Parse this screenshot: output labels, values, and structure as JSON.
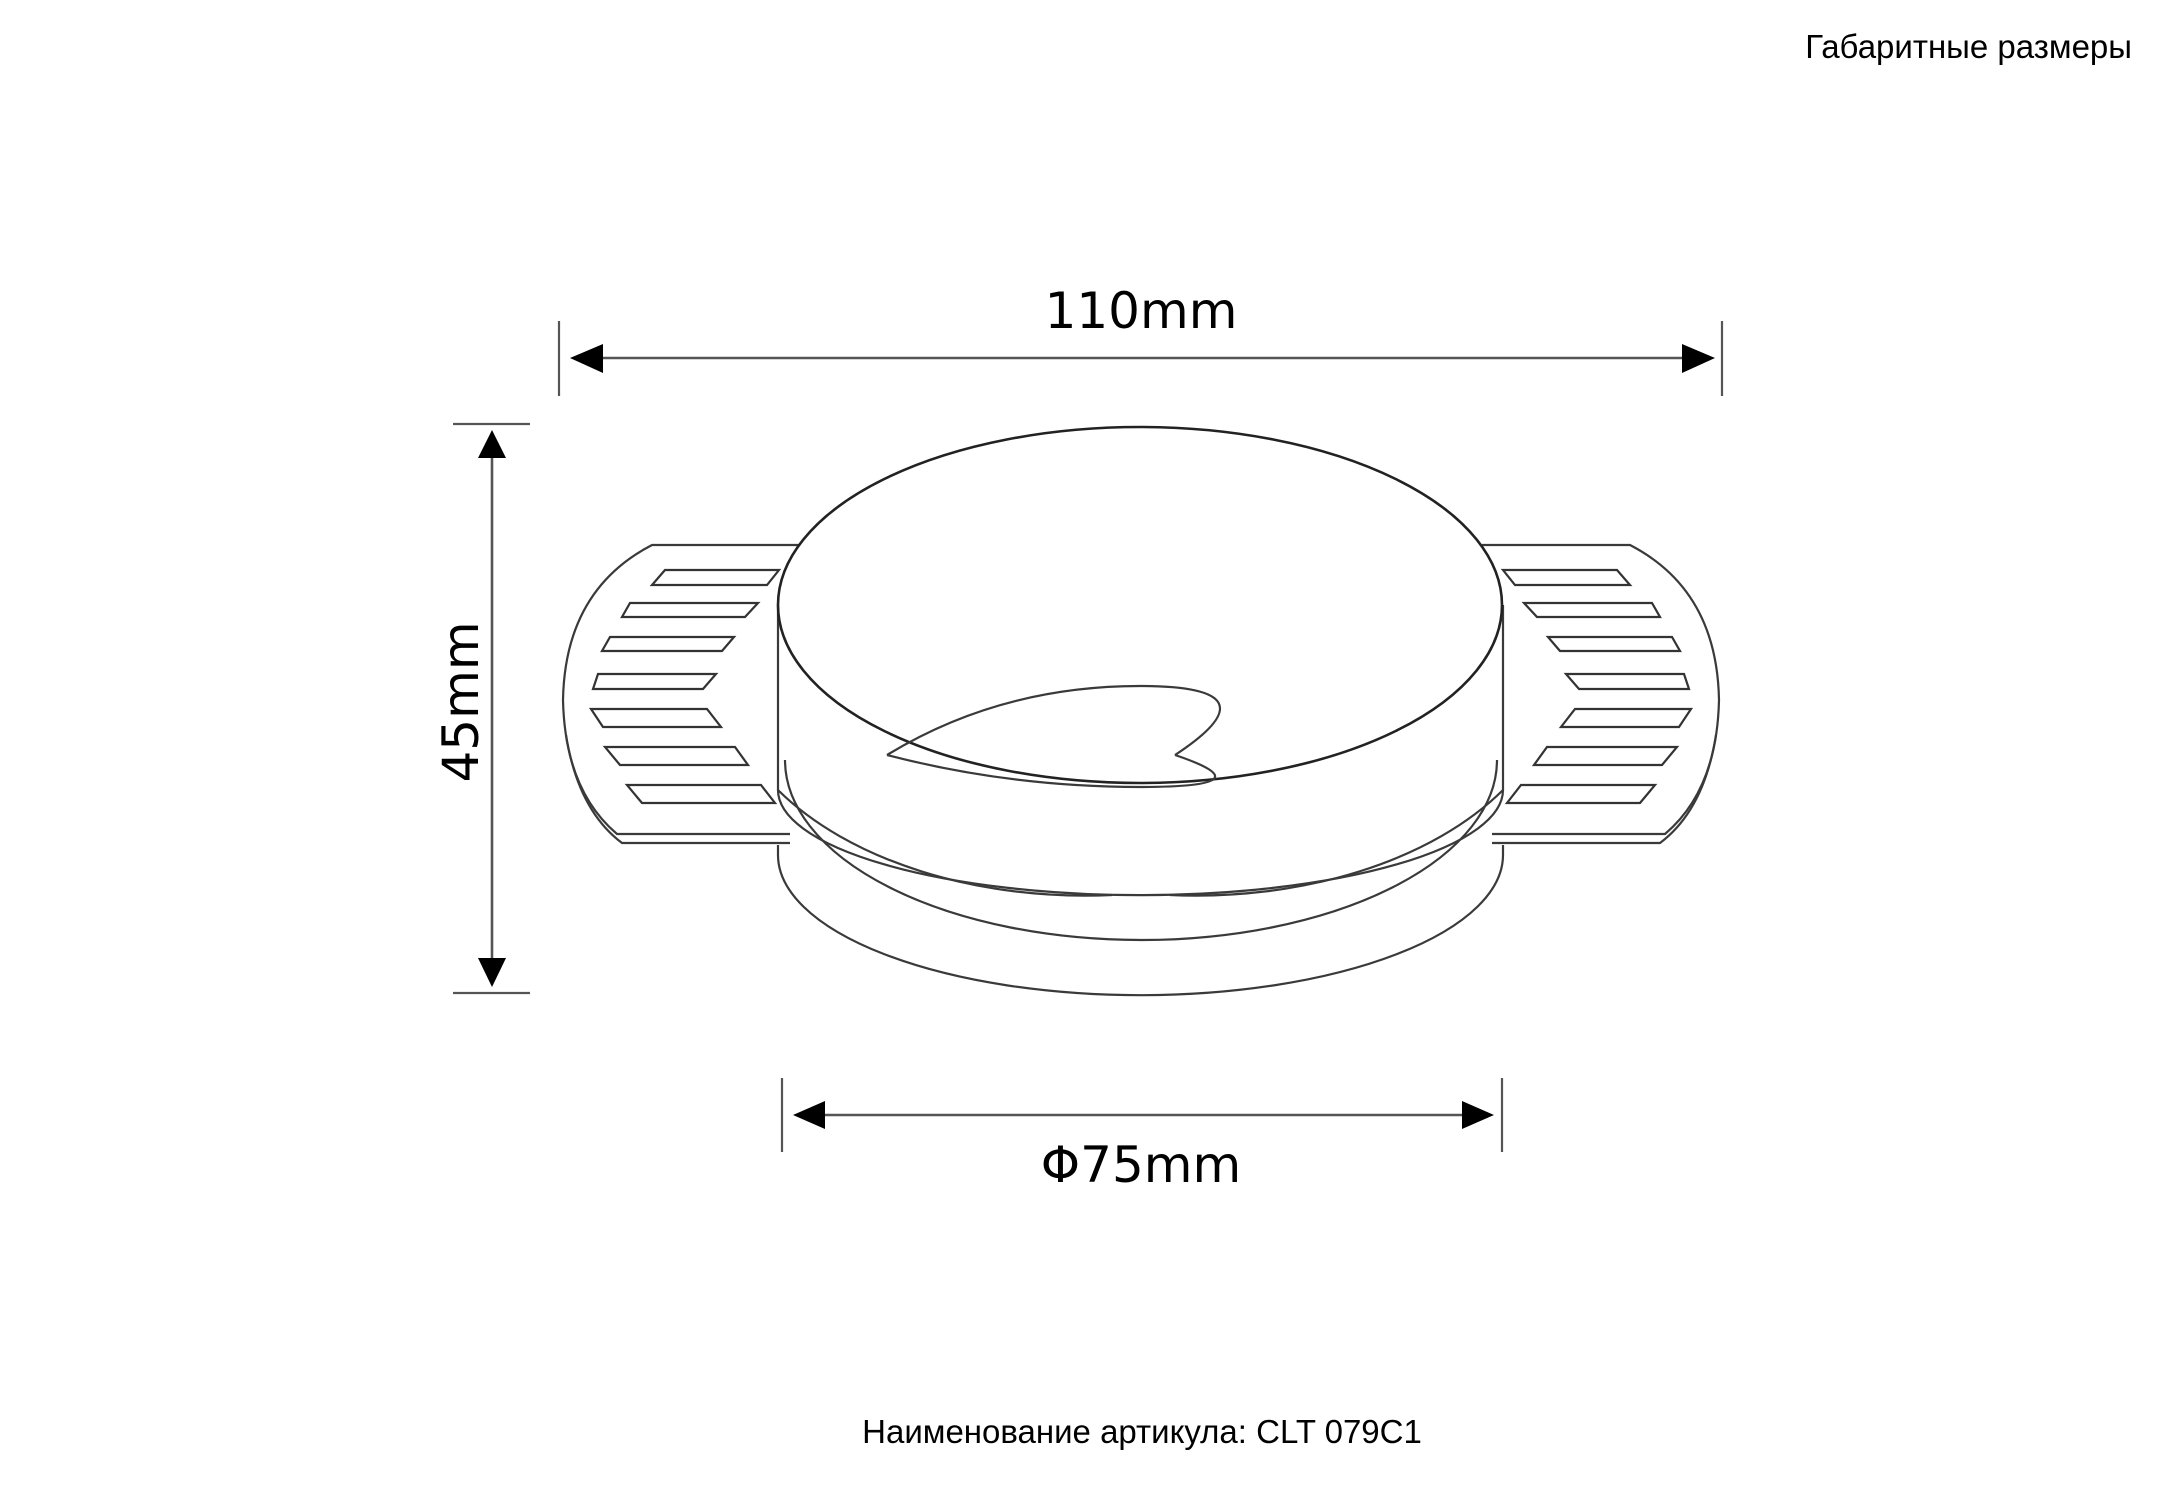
{
  "header": {
    "title": "Габаритные размеры"
  },
  "footer": {
    "article_label": "Наименование артикула: CLT 079C1"
  },
  "drawing": {
    "object": "recessed round downlight with side mounting brackets",
    "dimensions": {
      "width": "110mm",
      "height": "45mm",
      "diameter": "Φ75mm"
    },
    "line_color": "#3a3a3a",
    "background": "#ffffff"
  }
}
